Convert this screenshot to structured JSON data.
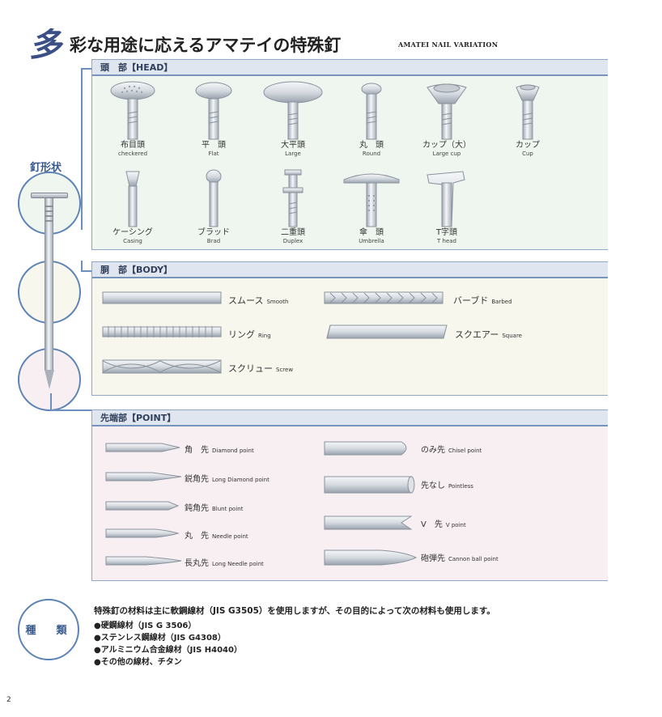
{
  "title": {
    "big_char": "多",
    "main": "彩な用途に応えるアマテイの特殊釘",
    "en": "AMATEI NAIL VARIATION"
  },
  "side_label": "釘形状",
  "head": {
    "header": "頭　部【HEAD】",
    "items": [
      {
        "jp": "布目頭",
        "en": "checkered"
      },
      {
        "jp": "平　頭",
        "en": "Flat"
      },
      {
        "jp": "大平頭",
        "en": "Large"
      },
      {
        "jp": "丸　頭",
        "en": "Round"
      },
      {
        "jp": "カップ（大）",
        "en": "Large cup"
      },
      {
        "jp": "カップ",
        "en": "Cup"
      },
      {
        "jp": "ケーシング",
        "en": "Casing"
      },
      {
        "jp": "ブラッド",
        "en": "Brad"
      },
      {
        "jp": "二重頭",
        "en": "Duplex"
      },
      {
        "jp": "傘　頭",
        "en": "Umbrella"
      },
      {
        "jp": "T字頭",
        "en": "T head"
      }
    ]
  },
  "body": {
    "header": "胴　部【BODY】",
    "items": [
      {
        "jp": "スムース",
        "en": "Smooth"
      },
      {
        "jp": "バーブド",
        "en": "Barbed"
      },
      {
        "jp": "リング",
        "en": "Ring"
      },
      {
        "jp": "スクエアー",
        "en": "Square"
      },
      {
        "jp": "スクリュー",
        "en": "Screw"
      }
    ]
  },
  "point": {
    "header": "先端部【POINT】",
    "items": [
      {
        "jp": "角　先",
        "en": "Diamond point"
      },
      {
        "jp": "のみ先",
        "en": "Chisel point"
      },
      {
        "jp": "鋭角先",
        "en": "Long Diamond point"
      },
      {
        "jp": "先なし",
        "en": "Pointless"
      },
      {
        "jp": "鈍角先",
        "en": "Blunt point"
      },
      {
        "jp": "V　先",
        "en": "V point"
      },
      {
        "jp": "丸　先",
        "en": "Needle point"
      },
      {
        "jp": "砲弾先",
        "en": "Cannon ball point"
      },
      {
        "jp": "長丸先",
        "en": "Long Needle point"
      }
    ]
  },
  "materials": {
    "label": "種　類",
    "intro": "特殊釘の材料は主に軟鋼線材（JIS G3505）を使用しますが、その目的によって次の材料も使用します。",
    "list": [
      "●硬鋼線材（JIS G 3506）",
      "●ステンレス鋼線材（JIS G4308）",
      "●アルミニウム合金線材（JIS H4040）",
      "●その他の線材、チタン"
    ]
  },
  "page_number": "2"
}
